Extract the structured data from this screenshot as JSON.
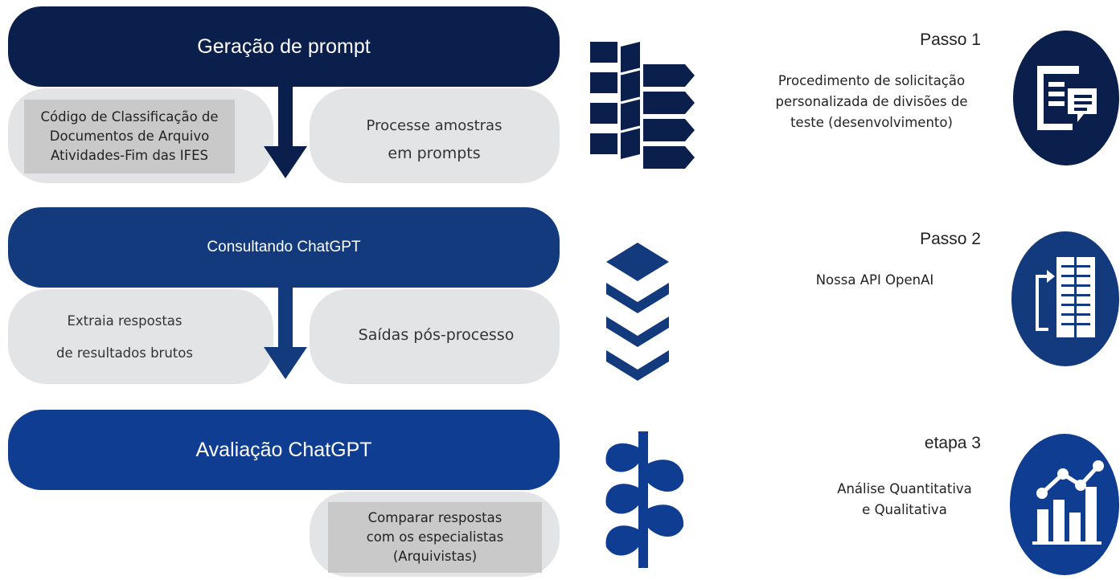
{
  "section1": {
    "header": "Geração de prompt",
    "left_box": [
      "Código de Classificação de",
      "Documentos de Arquivo",
      "Atividades-Fim das IFES"
    ],
    "right_pill": [
      "Processe amostras",
      "em prompts"
    ]
  },
  "section2": {
    "header": "Consultando ChatGPT",
    "left_pill": [
      "Extraia respostas",
      "de resultados brutos"
    ],
    "right_pill": "Saídas pós-processo"
  },
  "section3": {
    "header": "Avaliação ChatGPT",
    "right_box": [
      "Comparar respostas",
      "com os especialistas",
      "(Arquivistas)"
    ]
  },
  "steps": [
    {
      "title": "Passo 1",
      "desc": [
        "Procedimento de solicitação",
        "personalizada de divisões de",
        "teste (desenvolvimento)"
      ],
      "icon": "document-chat-icon"
    },
    {
      "title": "Passo 2",
      "desc": [
        "Nossa API OpenAI"
      ],
      "icon": "server-transfer-icon"
    },
    {
      "title": "etapa 3",
      "desc": [
        "Análise Quantitativa",
        "e Qualitativa"
      ],
      "icon": "bar-chart-trend-icon"
    }
  ],
  "colors": {
    "dark_navy": "#0b1f4d",
    "mid_navy": "#123a7c",
    "bright_navy": "#0f3d91",
    "gray_pill": "#e3e4e6",
    "gray_box": "#c9c9c9"
  }
}
